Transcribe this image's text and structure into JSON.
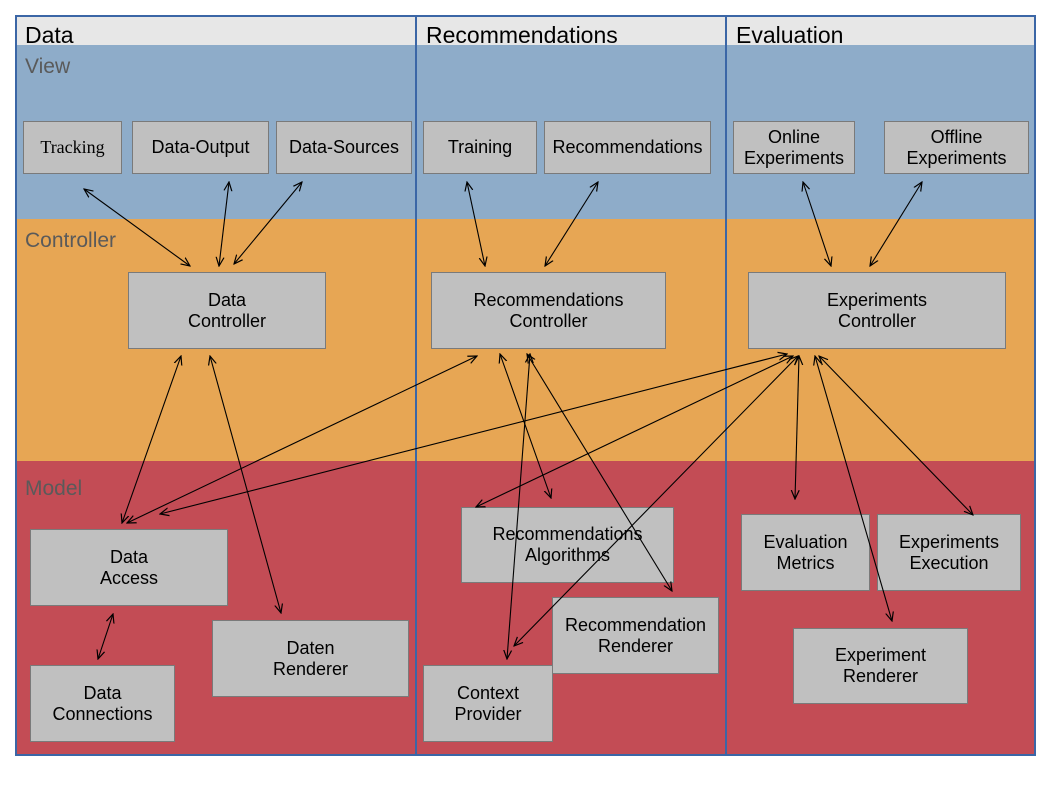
{
  "columns": {
    "data": "Data",
    "recommendations": "Recommendations",
    "evaluation": "Evaluation"
  },
  "layers": {
    "view": "View",
    "controller": "Controller",
    "model": "Model"
  },
  "boxes": {
    "tracking": "Tracking",
    "data_output": "Data-Output",
    "data_sources": "Data-Sources",
    "training": "Training",
    "recommendations_view": "Recommendations",
    "online_experiments": "Online\nExperiments",
    "offline_experiments": "Offline\nExperiments",
    "data_controller": "Data\nController",
    "recommendations_controller": "Recommendations\nController",
    "experiments_controller": "Experiments\nController",
    "data_access": "Data\nAccess",
    "data_connections": "Data\nConnections",
    "daten_renderer": "Daten\nRenderer",
    "recommendations_algorithms": "Recommendations\nAlgorithms",
    "recommendation_renderer": "Recommendation\nRenderer",
    "context_provider": "Context\nProvider",
    "evaluation_metrics": "Evaluation\nMetrics",
    "experiments_execution": "Experiments\nExecution",
    "experiment_renderer": "Experiment\nRenderer"
  },
  "colors": {
    "view_band": "#8eacc9",
    "controller_band": "#e7a654",
    "model_band": "#c34c55",
    "box_fill": "#c0c0c0",
    "column_border": "#3b66a6"
  }
}
